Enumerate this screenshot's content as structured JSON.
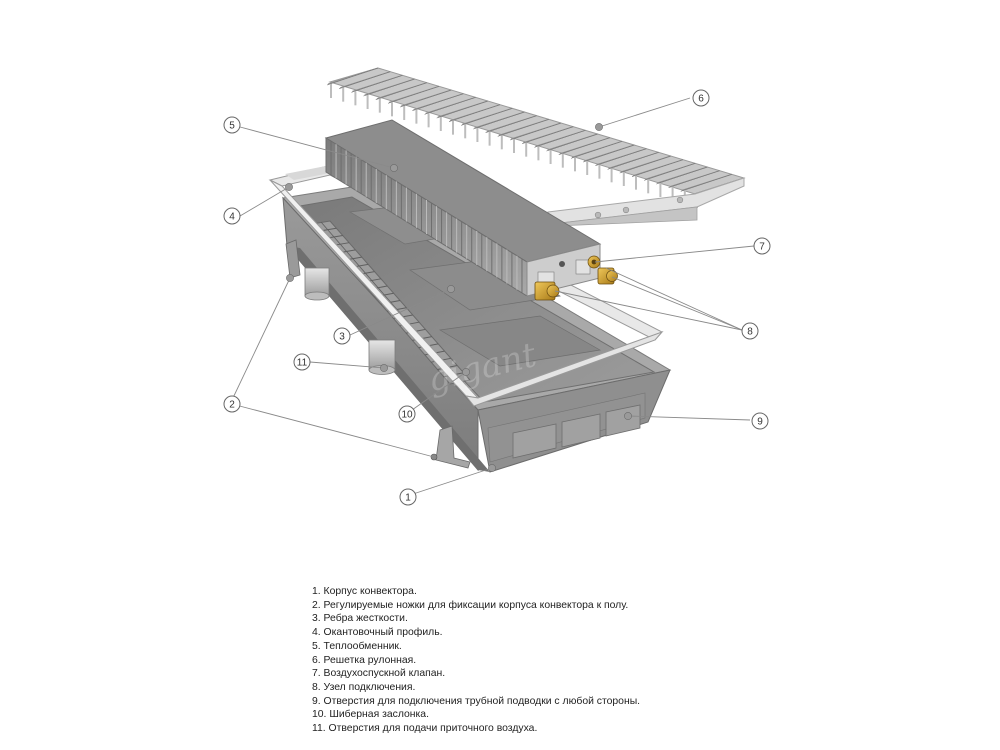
{
  "watermark": "gigant",
  "callouts": [
    {
      "id": "6",
      "label": "6"
    },
    {
      "id": "5",
      "label": "5"
    },
    {
      "id": "4",
      "label": "4"
    },
    {
      "id": "7",
      "label": "7"
    },
    {
      "id": "8",
      "label": "8"
    },
    {
      "id": "3",
      "label": "3"
    },
    {
      "id": "11",
      "label": "11"
    },
    {
      "id": "2",
      "label": "2"
    },
    {
      "id": "10",
      "label": "10"
    },
    {
      "id": "9",
      "label": "9"
    },
    {
      "id": "1",
      "label": "1"
    }
  ],
  "legend": [
    "1. Корпус  конвектора.",
    "2. Регулируемые ножки для фиксации корпуса конвектора к полу.",
    "3. Ребра жесткости.",
    "4. Окантовочный профиль.",
    "5. Теплообменник.",
    "6. Решетка рулонная.",
    "7. Воздухоспускной клапан.",
    "8. Узел подключения.",
    "9. Отверстия для подключения трубной подводки с любой стороны.",
    "10. Шиберная заслонка.",
    "11. Отверстия для подачи приточного воздуха."
  ]
}
